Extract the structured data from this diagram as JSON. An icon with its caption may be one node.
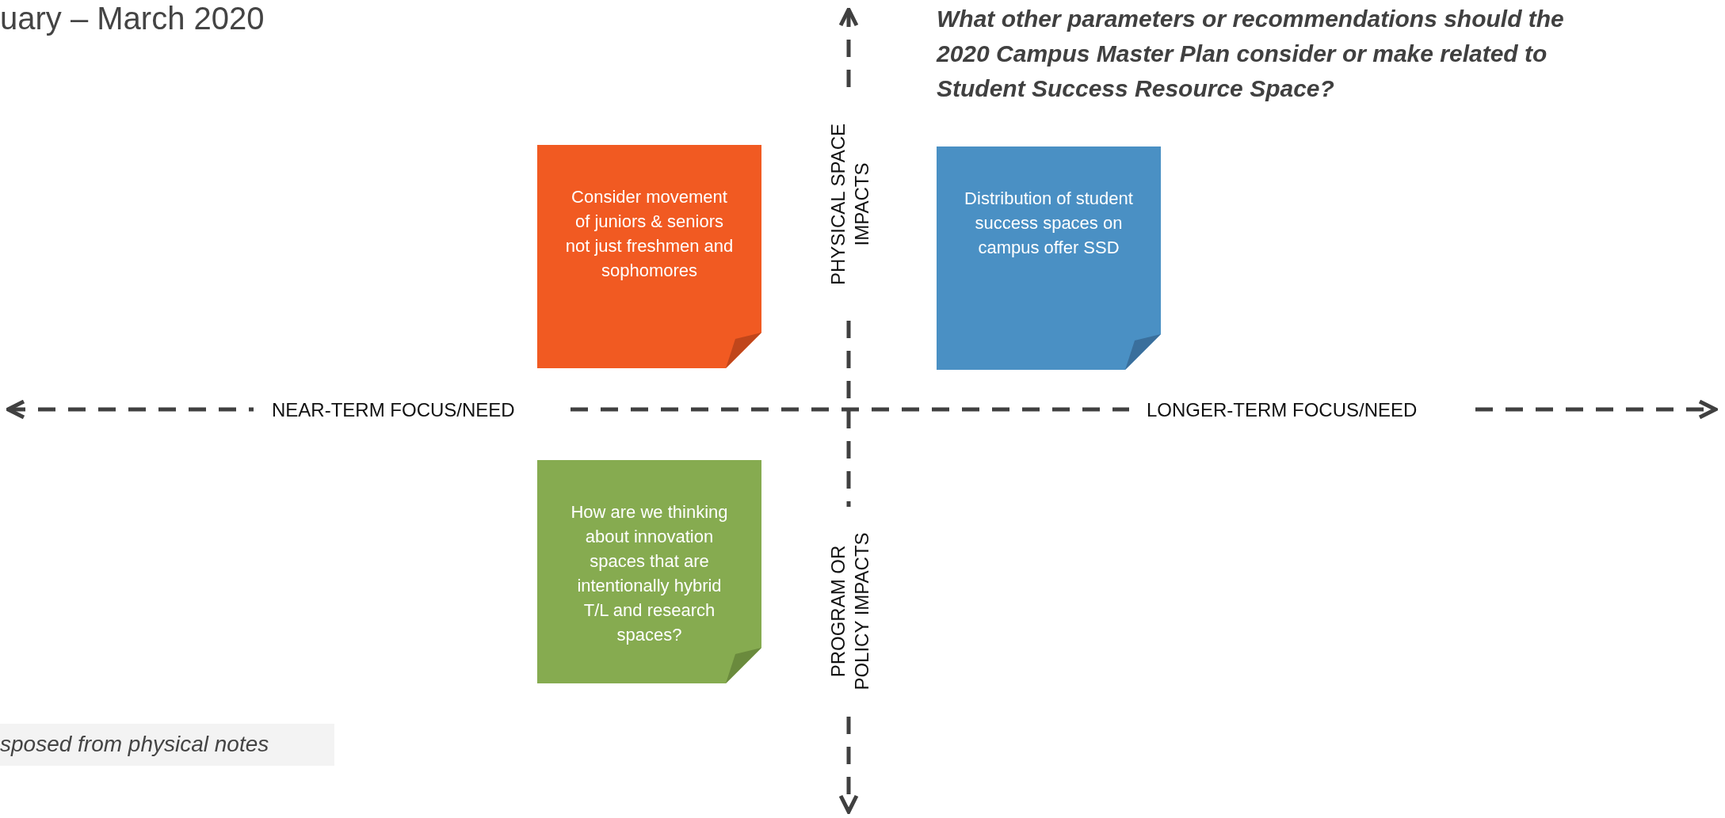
{
  "diagram": {
    "title": "uary – March 2020",
    "nodes": [
      {
        "text": [
          "Consider movement of juniors & seniors not just freshmen and sophomores"
        ]
      },
      {
        "text": [
          "Distribution of student success spaces on campus offer SSD"
        ]
      },
      {
        "text": [
          "How are we thinking about innovation spaces that are intentionally hybrid T/L and research spaces?"
        ]
      }
    ],
    "edges": [],
    "labels": [
      "What other parameters or recommendations should the 2020 Campus Master Plan consider or make related to Student Success Resource Space?",
      "PHYSICAL SPACE IMPACTS",
      "NEAR-TERM FOCUS/NEED",
      "LONGER-TERM FOCUS/NEED",
      "PROGRAM OR POLICY IMPACTS",
      "sposed from physical notes"
    ]
  }
}
